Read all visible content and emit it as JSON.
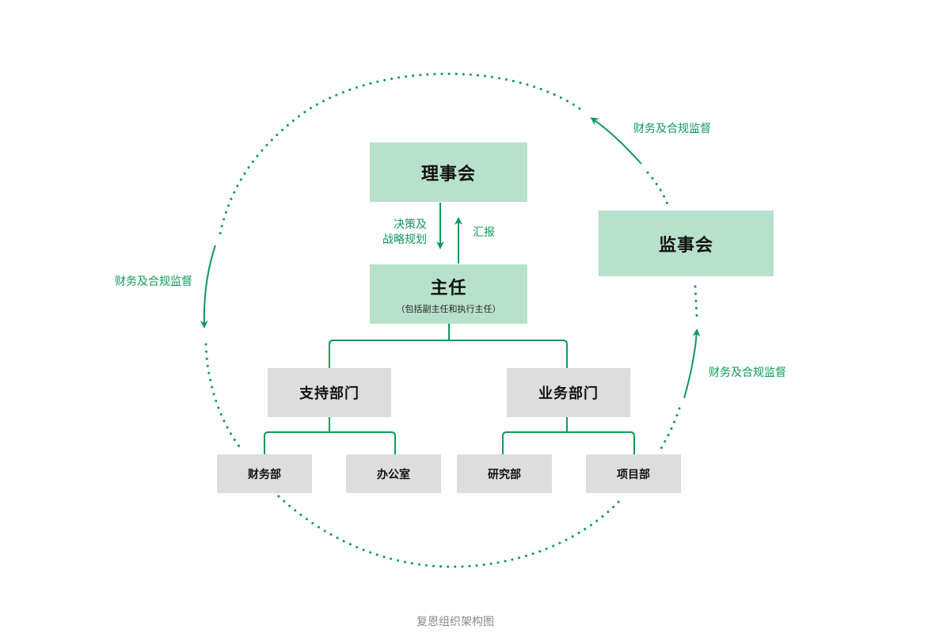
{
  "colors": {
    "accent_green": "#0e9a5a",
    "box_green": "#b7e1cd",
    "box_grey": "#dddddd"
  },
  "nodes": {
    "board": "理事会",
    "supervisory_board": "监事会",
    "director": "主任",
    "director_note": "（包括副主任和执行主任）",
    "support_dept": "支持部门",
    "business_dept": "业务部门",
    "finance_dept": "财务部",
    "office": "办公室",
    "research_dept": "研究部",
    "project_dept": "项目部"
  },
  "edge_labels": {
    "decision_line1": "决策及",
    "decision_line2": "战略规划",
    "report": "汇报",
    "supervision_top_right": "财务及合规监督",
    "supervision_left": "财务及合规监督",
    "supervision_bottom_right": "财务及合规监督"
  },
  "caption": "复恩组织架构图"
}
